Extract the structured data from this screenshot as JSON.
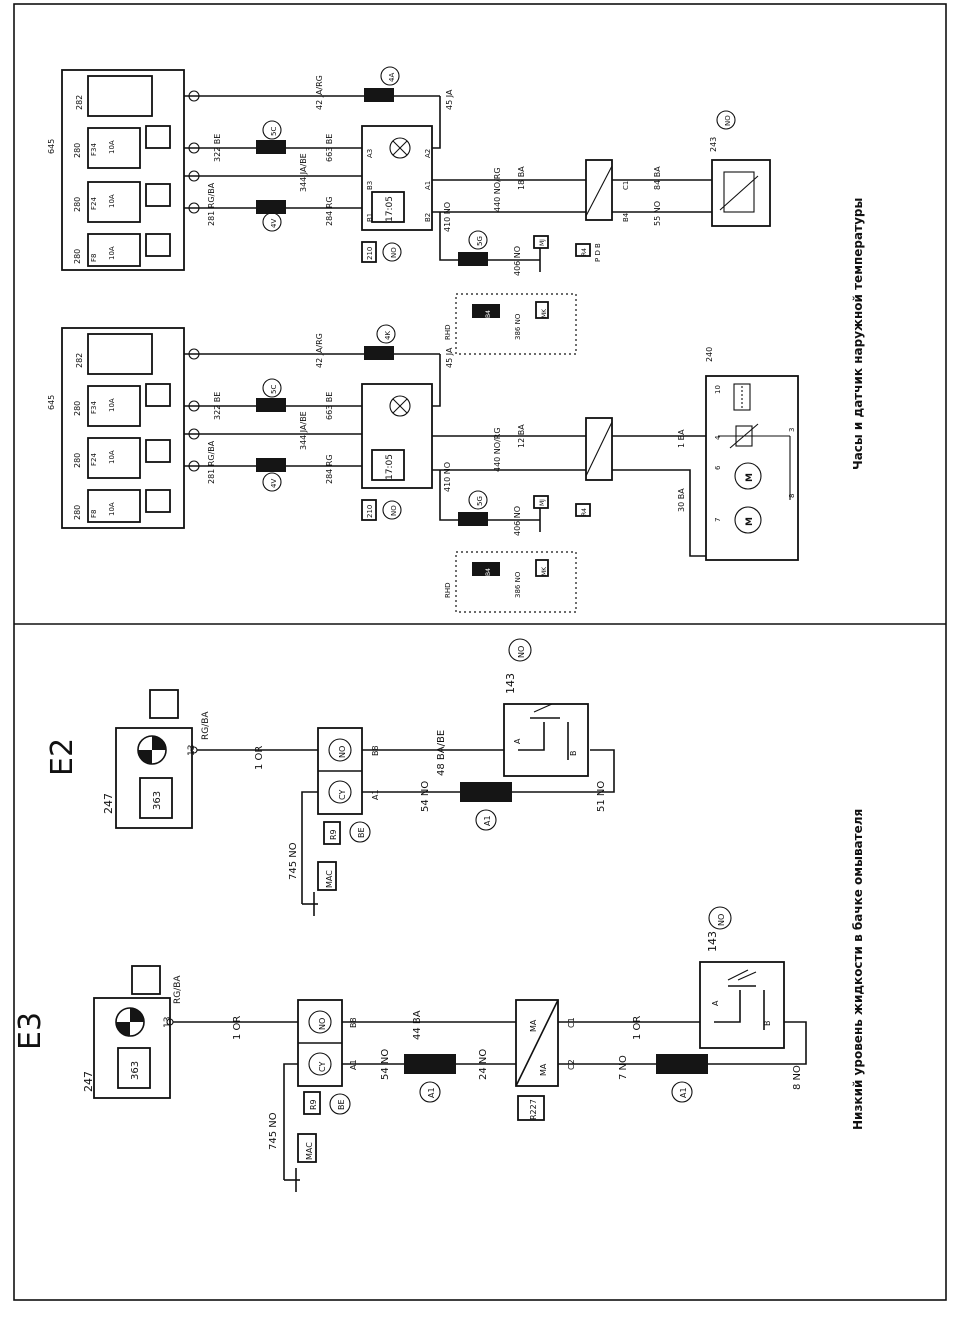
{
  "headings": {
    "e3": "E3",
    "e2": "E2"
  },
  "captions": {
    "left": "Низкий уровень жидкости в бачке омывателя",
    "right": "Часы и датчик наружной температуры"
  },
  "e3": {
    "comp_247": "247",
    "comp_363": "363",
    "lamp_pin": "13",
    "wire_color_top": "RG/BA",
    "w1": "1 OR",
    "conn_no": "NO",
    "conn_cy": "CY",
    "pin_b8": "B8",
    "pin_a1": "A1",
    "r9": "R9",
    "be": "BE",
    "w745": "745 NO",
    "mac": "MAC",
    "w44": "44 BA",
    "w54": "54 NO",
    "a1_circle": "A1",
    "w24": "24 NO",
    "r227": "R227",
    "ma1": "MA",
    "ma2": "MA",
    "pin_c1": "C1",
    "pin_c2": "C2",
    "w1or": "1 OR",
    "w7": "7 NO",
    "a1_circle2": "A1",
    "comp_143": "143",
    "no_circle": "NO",
    "sw_a": "A",
    "sw_b": "B",
    "w8": "8 NO"
  },
  "e2": {
    "comp_247": "247",
    "comp_363": "363",
    "lamp_pin": "13",
    "wire_color_top": "RG/BA",
    "w1": "1 OR",
    "conn_no": "NO",
    "conn_cy": "CY",
    "pin_b8": "B8",
    "pin_a1": "A1",
    "r9": "R9",
    "be": "BE",
    "w745": "745 NO",
    "mac": "MAC",
    "w48": "48 BA/BE",
    "w54": "54 NO",
    "a1_circle": "A1",
    "comp_143": "143",
    "no_circle": "NO",
    "sw_a": "A",
    "sw_b": "B",
    "w51": "51 NO"
  },
  "clock_upper": {
    "c645": "645",
    "c282": "282",
    "c280a": "280",
    "c280b": "280",
    "c280c": "280",
    "f34": "F34",
    "f24": "F24",
    "f8": "F8",
    "amp1": "10A",
    "amp2": "10A",
    "amp3": "10A",
    "w42": "42 JA/RG",
    "w322": "322 BE",
    "w344": "344 JA/BE",
    "w281": "281 RG/BA",
    "w284": "284 RG",
    "w663": "663 BE",
    "w45": "45 JA",
    "c4a": "4A",
    "c5c": "5C",
    "c4v": "4V",
    "pa1": "A1",
    "pa3": "A3",
    "pa2": "A2",
    "pb1": "B1",
    "pb2": "B2",
    "pb3": "B3",
    "clock": "17:05",
    "c210": "210",
    "no": "NO",
    "w410": "410 NO",
    "w440": "440 NO/RG",
    "w18": "18 BA",
    "w406": "406 NO",
    "c5g": "5G",
    "mj": "MJ",
    "r4": "R4",
    "pdb": "P D B",
    "w84": "84 BA",
    "w55": "55 NO",
    "c243": "243",
    "no2": "NO",
    "pc1": "C1",
    "pb4": "B4"
  },
  "clock_lower": {
    "c645": "645",
    "c282": "282",
    "c280a": "280",
    "c280b": "280",
    "c280c": "280",
    "f34": "F34",
    "f24": "F24",
    "f8": "F8",
    "amp1": "10A",
    "amp2": "10A",
    "amp3": "10A",
    "w42": "42 JA/RG",
    "w322": "322 BE",
    "w344": "344 JA/BE",
    "w281": "281 RG/BA",
    "w284": "284 RG",
    "w663": "663 BE",
    "w45": "45 JA",
    "c4k": "4K",
    "c5c": "5C",
    "c4v": "4V",
    "clock": "17:05",
    "c210": "210",
    "no": "NO",
    "w410": "410 NO",
    "w440": "440 NO/RG",
    "w12": "12 BA",
    "w406": "406 NO",
    "c5g": "5G",
    "mj": "MJ",
    "r4": "R4",
    "rhd": "RHD",
    "b4": "B4",
    "w386": "386 NO",
    "mk": "MK",
    "rhd2": "RHD",
    "b4b": "B4",
    "w386b": "386 NO",
    "mk2": "MK",
    "c240": "240",
    "w1ba": "1 BA",
    "w30": "30 BA",
    "p10": "10",
    "p4": "4",
    "p6": "6",
    "p7": "7",
    "p3": "3",
    "p8": "8"
  }
}
